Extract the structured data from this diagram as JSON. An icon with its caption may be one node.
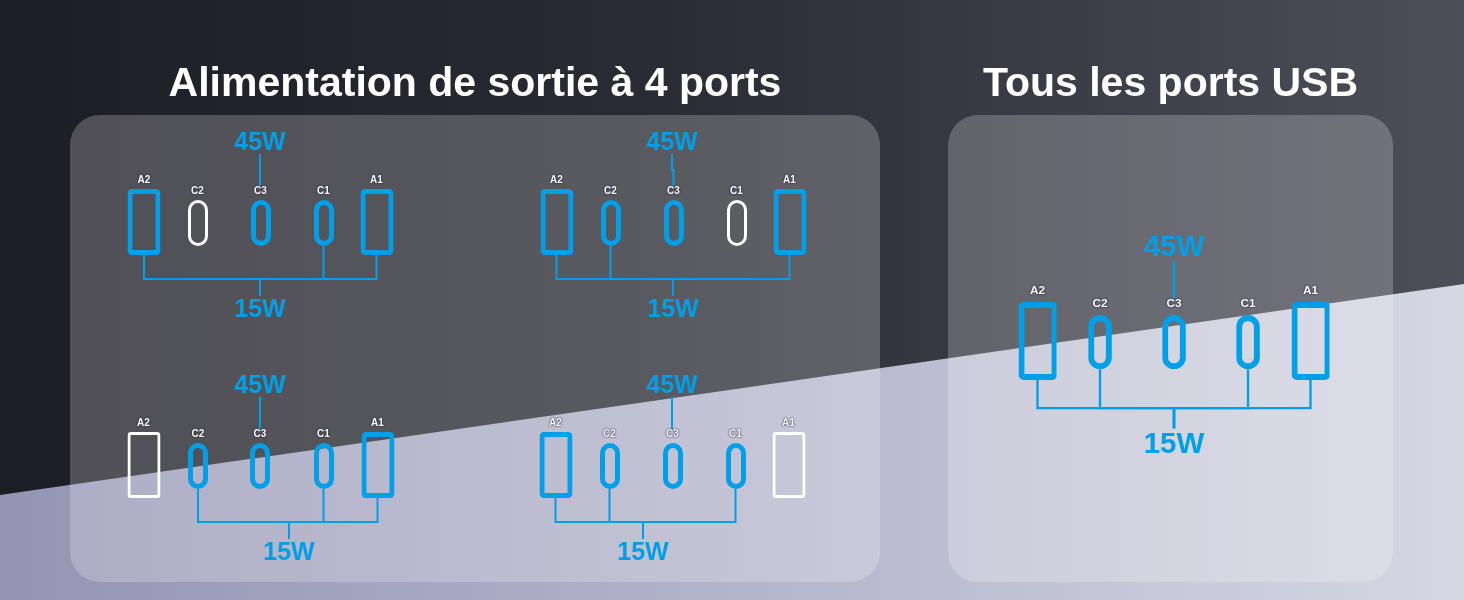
{
  "diagram": {
    "nodes": [
      {
        "text": [
          "Alimentation de sortie à 4 ports"
        ]
      },
      {
        "text": [
          "45W"
        ],
        "in": 0
      },
      {
        "text": [
          "A2"
        ],
        "in": 0
      },
      {
        "text": [
          "C2"
        ],
        "in": 0
      },
      {
        "text": [
          "C3"
        ],
        "in": 0
      },
      {
        "text": [
          "C1"
        ],
        "in": 0
      },
      {
        "text": [
          "A1"
        ],
        "in": 0
      },
      {
        "text": [
          "15W"
        ],
        "in": 0
      },
      {
        "text": [
          "45W"
        ],
        "in": 0
      },
      {
        "text": [
          "A2"
        ],
        "in": 0
      },
      {
        "text": [
          "C2"
        ],
        "in": 0
      },
      {
        "text": [
          "C3"
        ],
        "in": 0
      },
      {
        "text": [
          "C1"
        ],
        "in": 0
      },
      {
        "text": [
          "A1"
        ],
        "in": 0
      },
      {
        "text": [
          "15W"
        ],
        "in": 0
      },
      {
        "text": [
          "45W"
        ],
        "in": 0
      },
      {
        "text": [
          "A2"
        ],
        "in": 0
      },
      {
        "text": [
          "C2"
        ],
        "in": 0
      },
      {
        "text": [
          "C3"
        ],
        "in": 0
      },
      {
        "text": [
          "C1"
        ],
        "in": 0
      },
      {
        "text": [
          "A1"
        ],
        "in": 0
      },
      {
        "text": [
          "15W"
        ],
        "in": 0
      },
      {
        "text": [
          "45W"
        ],
        "in": 0
      },
      {
        "text": [
          "A2"
        ],
        "in": 0
      },
      {
        "text": [
          "C2"
        ],
        "in": 0
      },
      {
        "text": [
          "C3"
        ],
        "in": 0
      },
      {
        "text": [
          "C1"
        ],
        "in": 0
      },
      {
        "text": [
          "A1"
        ],
        "in": 0
      },
      {
        "text": [
          "15W"
        ],
        "in": 0
      },
      {
        "text": [
          "Tous les ports USB"
        ]
      },
      {
        "text": [
          "45W"
        ],
        "in": 29
      },
      {
        "text": [
          "A2"
        ],
        "in": 29
      },
      {
        "text": [
          "C2"
        ],
        "in": 29
      },
      {
        "text": [
          "C3"
        ],
        "in": 29
      },
      {
        "text": [
          "C1"
        ],
        "in": 29
      },
      {
        "text": [
          "A1"
        ],
        "in": 29
      },
      {
        "text": [
          "15W"
        ],
        "in": 29
      }
    ],
    "edges": [
      {
        "from": 1,
        "to": 4,
        "arrow": "none"
      },
      {
        "from": 2,
        "to": 7,
        "arrow": "none"
      },
      {
        "from": 5,
        "to": 7,
        "arrow": "none"
      },
      {
        "from": 6,
        "to": 7,
        "arrow": "none"
      },
      {
        "from": 8,
        "to": 11,
        "arrow": "none"
      },
      {
        "from": 9,
        "to": 14,
        "arrow": "none"
      },
      {
        "from": 10,
        "to": 14,
        "arrow": "none"
      },
      {
        "from": 13,
        "to": 14,
        "arrow": "none"
      },
      {
        "from": 15,
        "to": 18,
        "arrow": "none"
      },
      {
        "from": 17,
        "to": 21,
        "arrow": "none"
      },
      {
        "from": 19,
        "to": 21,
        "arrow": "none"
      },
      {
        "from": 20,
        "to": 21,
        "arrow": "none"
      },
      {
        "from": 22,
        "to": 25,
        "arrow": "none"
      },
      {
        "from": 23,
        "to": 28,
        "arrow": "none"
      },
      {
        "from": 24,
        "to": 28,
        "arrow": "none"
      },
      {
        "from": 26,
        "to": 28,
        "arrow": "none"
      },
      {
        "from": 30,
        "to": 33,
        "arrow": "none"
      },
      {
        "from": 31,
        "to": 36,
        "arrow": "none"
      },
      {
        "from": 32,
        "to": 36,
        "arrow": "none"
      },
      {
        "from": 34,
        "to": 36,
        "arrow": "none"
      },
      {
        "from": 35,
        "to": 36,
        "arrow": "none"
      }
    ]
  }
}
